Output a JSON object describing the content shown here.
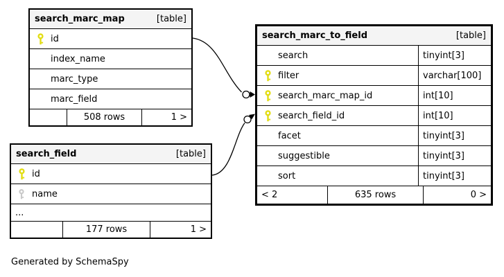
{
  "page": {
    "generated_note": "Generated by SchemaSpy"
  },
  "colors": {
    "background": "#ffffff",
    "table_header_bg": "#f4f4f4",
    "table_border": "#000000",
    "primary_key_icon": "#e2dd14",
    "index_key_icon": "#c9c9c9"
  },
  "icons": {
    "primary_key": "yellow-key",
    "index_key": "gray-key",
    "relationship_end": "open-circle-with-arrow"
  },
  "tables": {
    "search_marc_map": {
      "title": "search_marc_map",
      "badge": "[table]",
      "columns": [
        {
          "name": "id",
          "key": "primary"
        },
        {
          "name": "index_name"
        },
        {
          "name": "marc_type"
        },
        {
          "name": "marc_field"
        }
      ],
      "footer": {
        "left": "",
        "center": "508 rows",
        "right": "1 >"
      }
    },
    "search_field": {
      "title": "search_field",
      "badge": "[table]",
      "columns": [
        {
          "name": "id",
          "key": "primary"
        },
        {
          "name": "name",
          "key": "index"
        },
        {
          "name": "..."
        }
      ],
      "footer": {
        "left": "",
        "center": "177 rows",
        "right": "1 >"
      }
    },
    "search_marc_to_field": {
      "title": "search_marc_to_field",
      "badge": "[table]",
      "columns": [
        {
          "name": "search",
          "type": "tinyint[3]"
        },
        {
          "name": "filter",
          "type": "varchar[100]",
          "key": "primary"
        },
        {
          "name": "search_marc_map_id",
          "type": "int[10]",
          "key": "primary"
        },
        {
          "name": "search_field_id",
          "type": "int[10]",
          "key": "primary"
        },
        {
          "name": "facet",
          "type": "tinyint[3]"
        },
        {
          "name": "suggestible",
          "type": "tinyint[3]"
        },
        {
          "name": "sort",
          "type": "tinyint[3]"
        }
      ],
      "footer": {
        "left": "< 2",
        "center": "635 rows",
        "right": "0 >"
      }
    }
  },
  "relationships": [
    {
      "from": "search_marc_map.id",
      "to": "search_marc_to_field.search_marc_map_id"
    },
    {
      "from": "search_field.id",
      "to": "search_marc_to_field.search_field_id"
    }
  ]
}
